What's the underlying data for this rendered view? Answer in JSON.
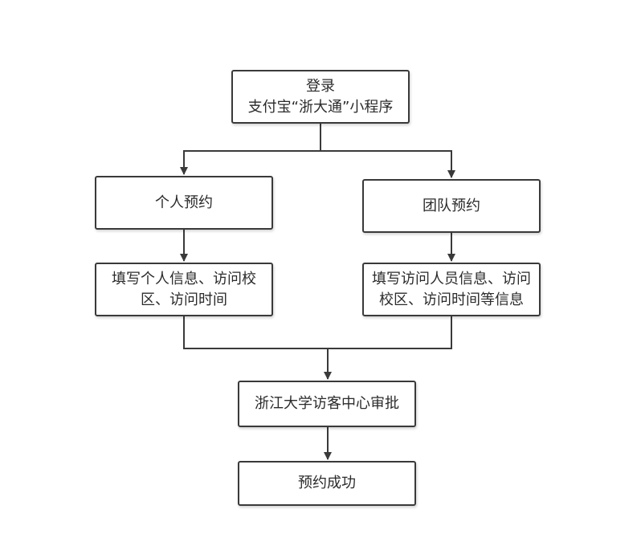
{
  "diagram": {
    "nodes": {
      "login": {
        "line1": "登录",
        "line2": "支付宝“浙大通”小程序"
      },
      "individual": {
        "label": "个人预约"
      },
      "group": {
        "label": "团队预约"
      },
      "individual_fill": {
        "line1": "填写个人信息、访问校",
        "line2": "区、访问时间"
      },
      "group_fill": {
        "line1": "填写访问人员信息、访问",
        "line2": "校区、访问时间等信息"
      },
      "review": {
        "label": "浙江大学访客中心审批"
      },
      "success": {
        "label": "预约成功"
      }
    },
    "edges": [
      {
        "from": "login",
        "to": "individual"
      },
      {
        "from": "login",
        "to": "group"
      },
      {
        "from": "individual",
        "to": "individual_fill"
      },
      {
        "from": "group",
        "to": "group_fill"
      },
      {
        "from": "individual_fill",
        "to": "review"
      },
      {
        "from": "group_fill",
        "to": "review"
      },
      {
        "from": "review",
        "to": "success"
      }
    ]
  }
}
